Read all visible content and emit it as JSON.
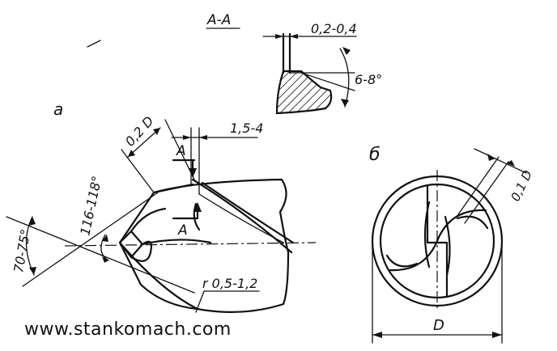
{
  "section": {
    "title": "А-А",
    "dim_width": "0,2-0,4",
    "dim_angle": "6-8°"
  },
  "view_a": {
    "label": "а",
    "dim_02D": "0,2 D",
    "dim_15_4": "1,5-4",
    "section_mark_top": "А",
    "section_mark_bottom": "А",
    "angle_70_75": "70-75°",
    "angle_116_118": "116-118°",
    "radius": "r 0,5-1,2"
  },
  "view_b": {
    "label": "б",
    "dim_01D": "0,1 D",
    "dim_D": "D"
  },
  "watermark": "www.stankomach.com"
}
